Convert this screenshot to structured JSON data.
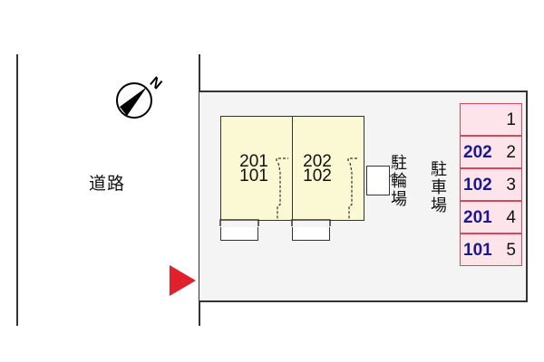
{
  "road": {
    "label": "道路"
  },
  "compass": {
    "label": "N",
    "icon": "north-compass-icon"
  },
  "buildings": [
    {
      "upper_unit": "201",
      "lower_unit": "101"
    },
    {
      "upper_unit": "202",
      "lower_unit": "102"
    }
  ],
  "bicycle_parking": {
    "label": "駐輪場",
    "chars": [
      "駐",
      "輪",
      "場"
    ]
  },
  "parking_lot": {
    "label": "駐車場",
    "chars": [
      "駐",
      "車",
      "場"
    ]
  },
  "parking_spaces": [
    {
      "space": "1",
      "room": ""
    },
    {
      "space": "2",
      "room": "202"
    },
    {
      "space": "3",
      "room": "102"
    },
    {
      "space": "4",
      "room": "201"
    },
    {
      "space": "5",
      "room": "101"
    }
  ],
  "entrance": {
    "icon": "entrance-arrow-icon"
  },
  "colors": {
    "building_fill": "#fbf8d4",
    "parking_fill": "#fde4ea",
    "parking_border": "#d9475a",
    "room_text": "#1a1a8c",
    "entrance_arrow": "#e0202a",
    "site_fill": "#f4f4f4"
  }
}
